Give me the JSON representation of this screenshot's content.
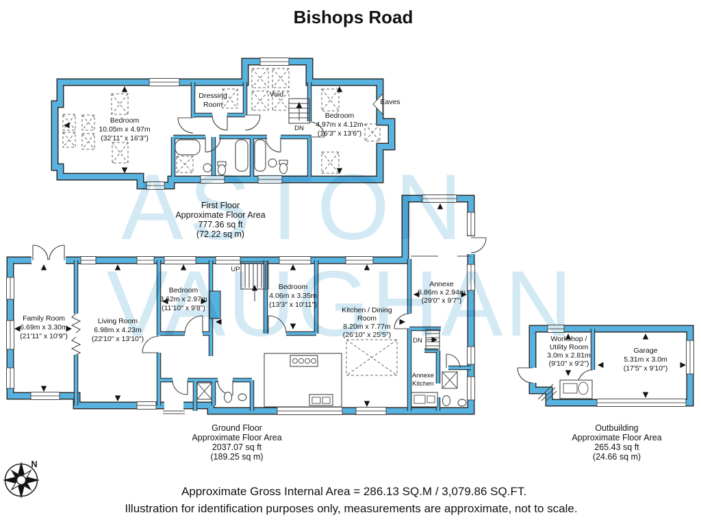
{
  "title": "Bishops Road",
  "watermark": {
    "word1": "ASTON",
    "word2": "VAUGHAN"
  },
  "compass": {
    "north": "N"
  },
  "first_floor": {
    "caption": [
      "First Floor",
      "Approximate Floor Area",
      "777.36 sq ft",
      "(72.22 sq m)"
    ],
    "bedroom_left": {
      "name": "Bedroom",
      "metric": "10.05m x 4.97m",
      "imperial": "(32'11\" x 16'3\")"
    },
    "dressing_room": {
      "line1": "Dressing",
      "line2": "Room"
    },
    "void_label": "Void",
    "stairs_label": "DN",
    "bedroom_right": {
      "name": "Bedroom",
      "metric": "4.97m x 4.12m",
      "imperial": "(16'3\" x 13'6\")"
    },
    "eaves_label": "Eaves"
  },
  "ground_floor": {
    "caption": [
      "Ground Floor",
      "Approximate Floor Area",
      "2037.07 sq ft",
      "(189.25 sq m)"
    ],
    "family_room": {
      "name": "Family Room",
      "metric": "6.69m x 3.30m",
      "imperial": "(21'11\" x 10'9\")"
    },
    "living_room": {
      "name": "Living Room",
      "metric": "6.98m x 4.23m",
      "imperial": "(22'10\" x 13'10\")"
    },
    "bedroom_small": {
      "name": "Bedroom",
      "metric": "3.62m x 2.97m",
      "imperial": "(11'10\" x 9'8\")"
    },
    "bedroom_mid": {
      "name": "Bedroom",
      "metric": "4.06m x 3.35m",
      "imperial": "(13'3\" x 10'11\")"
    },
    "kitchen": {
      "line1": "Kitchen / Dining",
      "line2": "Room",
      "metric": "8.20m x 7.77m",
      "imperial": "(26'10\" x 25'5\")"
    },
    "annexe": {
      "name": "Annexe",
      "metric": "8.86m x 2.94m",
      "imperial": "(29'0\" x 9'7\")"
    },
    "annexe_kitchen": {
      "line1": "Annexe",
      "line2": "Kitchen"
    },
    "stairs_up_label": "UP",
    "stairs_dn_label": "DN"
  },
  "outbuilding": {
    "caption": [
      "Outbuilding",
      "Approximate Floor Area",
      "265.43 sq ft",
      "(24.66 sq m)"
    ],
    "workshop": {
      "line1": "Workshop /",
      "line2": "Utility Room",
      "metric": "3.0m x 2.81m",
      "imperial": "(9'10\" x 9'2\")"
    },
    "garage": {
      "name": "Garage",
      "metric": "5.31m x 3.0m",
      "imperial": "(17'5\" x 9'10\")"
    }
  },
  "footer": {
    "line1": "Approximate Gross Internal Area = 286.13 SQ.M / 3,079.86 SQ.FT.",
    "line2": "Illustration for identification purposes only, measurements are approximate, not to scale."
  },
  "colors": {
    "wall": "#58b2e0",
    "watermark": "#cfe7f2"
  }
}
